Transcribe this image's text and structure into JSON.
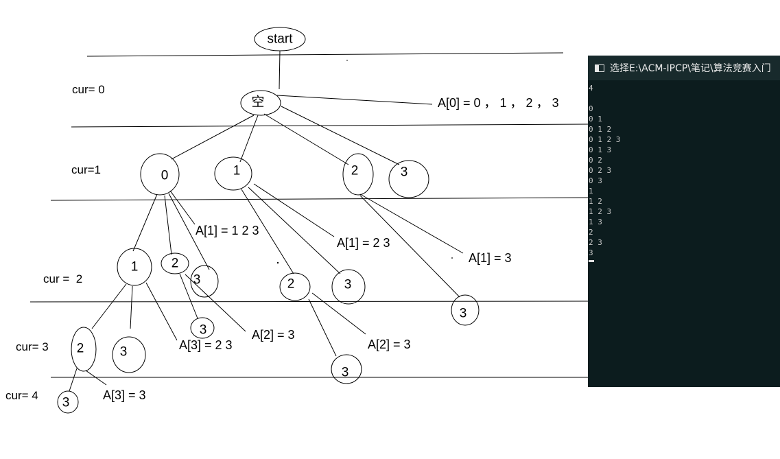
{
  "diagram": {
    "nodes": {
      "start": "start",
      "root": "空",
      "n0": "0",
      "n1": "1",
      "n2": "2",
      "n3": "3",
      "n01": "1",
      "n02": "2",
      "n03": "3",
      "n12": "2",
      "n13": "3",
      "n23": "3",
      "n012": "2",
      "n013": "3",
      "n023": "3",
      "n123": "3",
      "n0123": "3"
    },
    "levels": [
      "cur= 0",
      "cur=1",
      "cur =  2",
      "cur= 3",
      "cur= 4"
    ],
    "annotations": {
      "a0": "A[0] = 0 ， 1 ， 2 ， 3",
      "a1_0": "A[1] = 1 2 3",
      "a1_1": "A[1] = 2 3",
      "a1_2": "A[1] = 3",
      "a2_0": "A[2] = 3",
      "a2_1": "A[2] = 3",
      "a3_0": "A[3] = 2 3",
      "a3_1": "A[3] = 3"
    }
  },
  "console": {
    "title": "选择E:\\ACM-IPCP\\笔记\\算法竞赛入门",
    "lines": [
      "4",
      "",
      "0",
      "0 1",
      "0 1 2",
      "0 1 2 3",
      "0 1 3",
      "0 2",
      "0 2 3",
      "0 3",
      "1",
      "1 2",
      "1 2 3",
      "1 3",
      "2",
      "2 3",
      "3"
    ],
    "colors": {
      "background": "#0c1c1e",
      "titlebar": "#182a2c",
      "text": "#c8c8c8"
    }
  }
}
